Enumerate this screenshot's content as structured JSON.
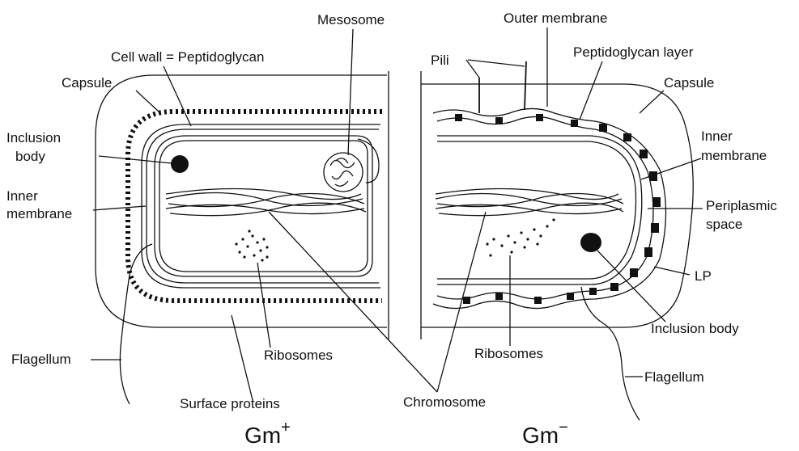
{
  "left_cell": {
    "caption": "Gm",
    "caption_sup": "+",
    "labels": {
      "mesosome": "Mesosome",
      "cell_wall": "Cell wall = Peptidoglycan",
      "capsule": "Capsule",
      "inclusion_body_1": "Inclusion",
      "inclusion_body_2": "body",
      "inner_membrane_1": "Inner",
      "inner_membrane_2": "membrane",
      "flagellum": "Flagellum",
      "ribosomes": "Ribosomes",
      "surface_proteins": "Surface proteins"
    }
  },
  "right_cell": {
    "caption": "Gm",
    "caption_sup": "−",
    "labels": {
      "outer_membrane": "Outer membrane",
      "pili": "Pili",
      "peptidoglycan_layer": "Peptidoglycan layer",
      "capsule": "Capsule",
      "inner_membrane_1": "Inner",
      "inner_membrane_2": "membrane",
      "periplasmic_1": "Periplasmic",
      "periplasmic_2": "space",
      "lp": "LP",
      "inclusion_body": "Inclusion body",
      "flagellum": "Flagellum",
      "ribosomes": "Ribosomes"
    }
  },
  "shared": {
    "chromosome": "Chromosome"
  }
}
